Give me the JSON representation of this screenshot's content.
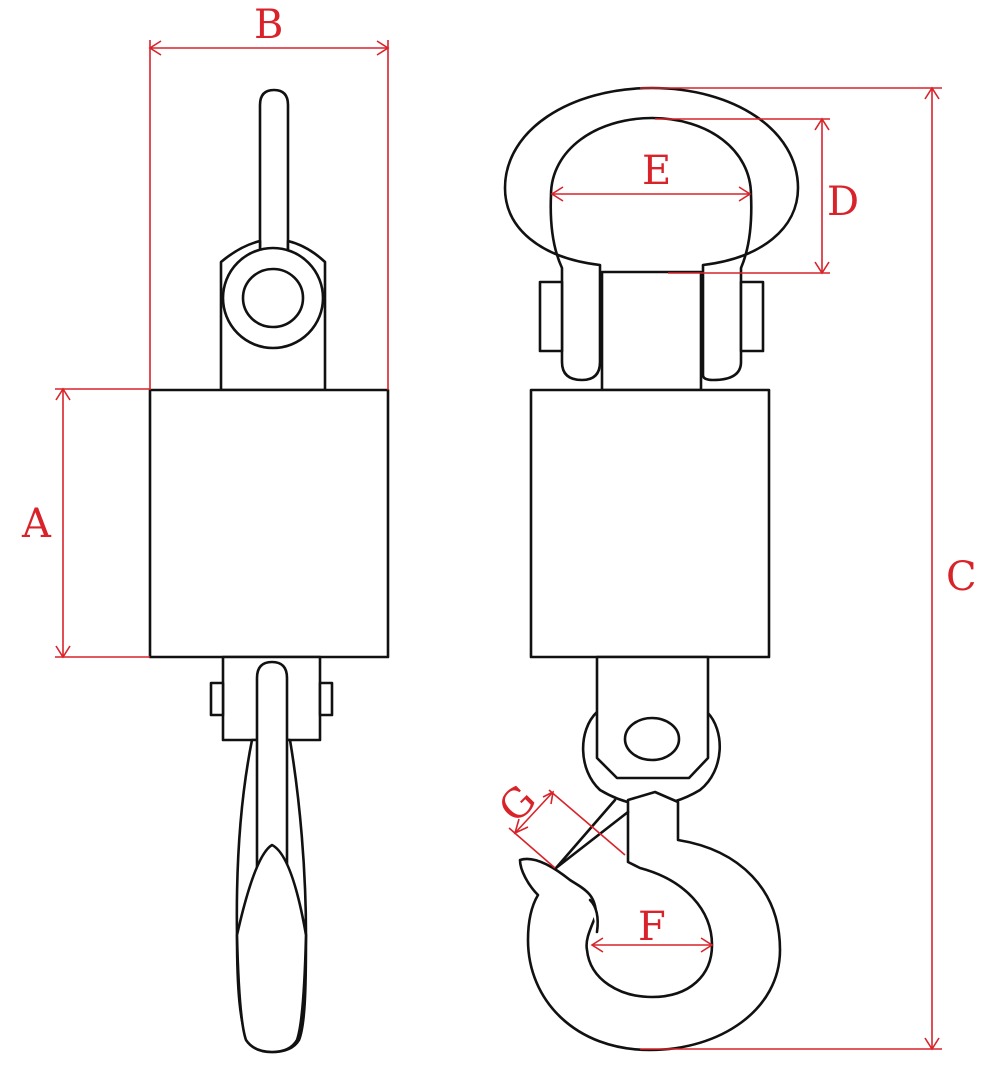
{
  "dimensions": {
    "a": "A",
    "b": "B",
    "c": "C",
    "d": "D",
    "e": "E",
    "f": "F",
    "g": "G"
  },
  "colors": {
    "dimension": "#d9232a",
    "outline": "#111111",
    "background": "#ffffff"
  }
}
